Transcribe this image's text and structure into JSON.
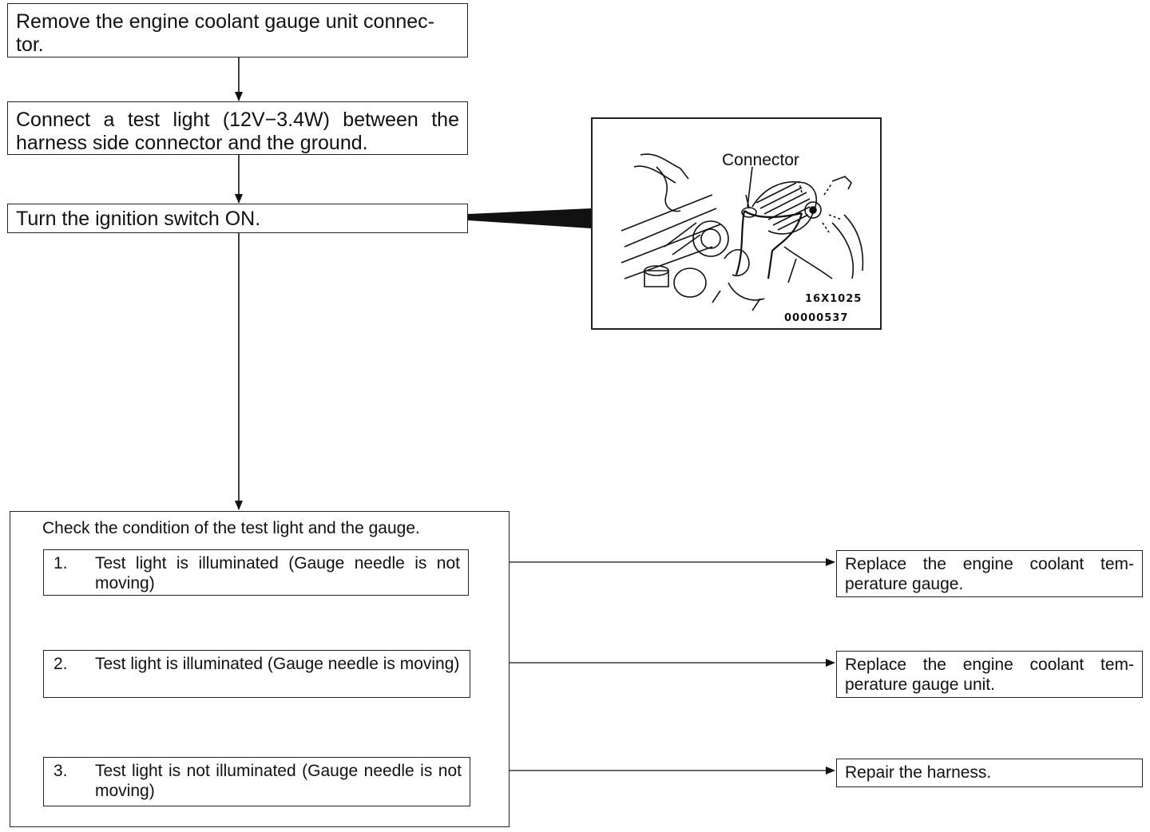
{
  "steps": {
    "step1": "Remove the engine coolant gauge unit connec-tor.",
    "step2": "Connect a test light (12V−3.4W) between the harness side connector and the ground.",
    "step3": "Turn the ignition switch ON."
  },
  "illustration": {
    "label": "Connector",
    "code1": "16X1025",
    "code2": "00000537"
  },
  "check": {
    "title": "Check the condition of the test light and the gauge.",
    "conditions": [
      {
        "num": "1.",
        "text": "Test light is illuminated (Gauge needle is not moving)"
      },
      {
        "num": "2.",
        "text": "Test light is illuminated (Gauge needle is moving)"
      },
      {
        "num": "3.",
        "text": "Test light is not illuminated (Gauge needle is not moving)"
      }
    ]
  },
  "results": [
    "Replace the engine coolant tem-perature gauge.",
    "Replace the engine coolant tem-perature gauge unit.",
    "Repair the harness."
  ]
}
